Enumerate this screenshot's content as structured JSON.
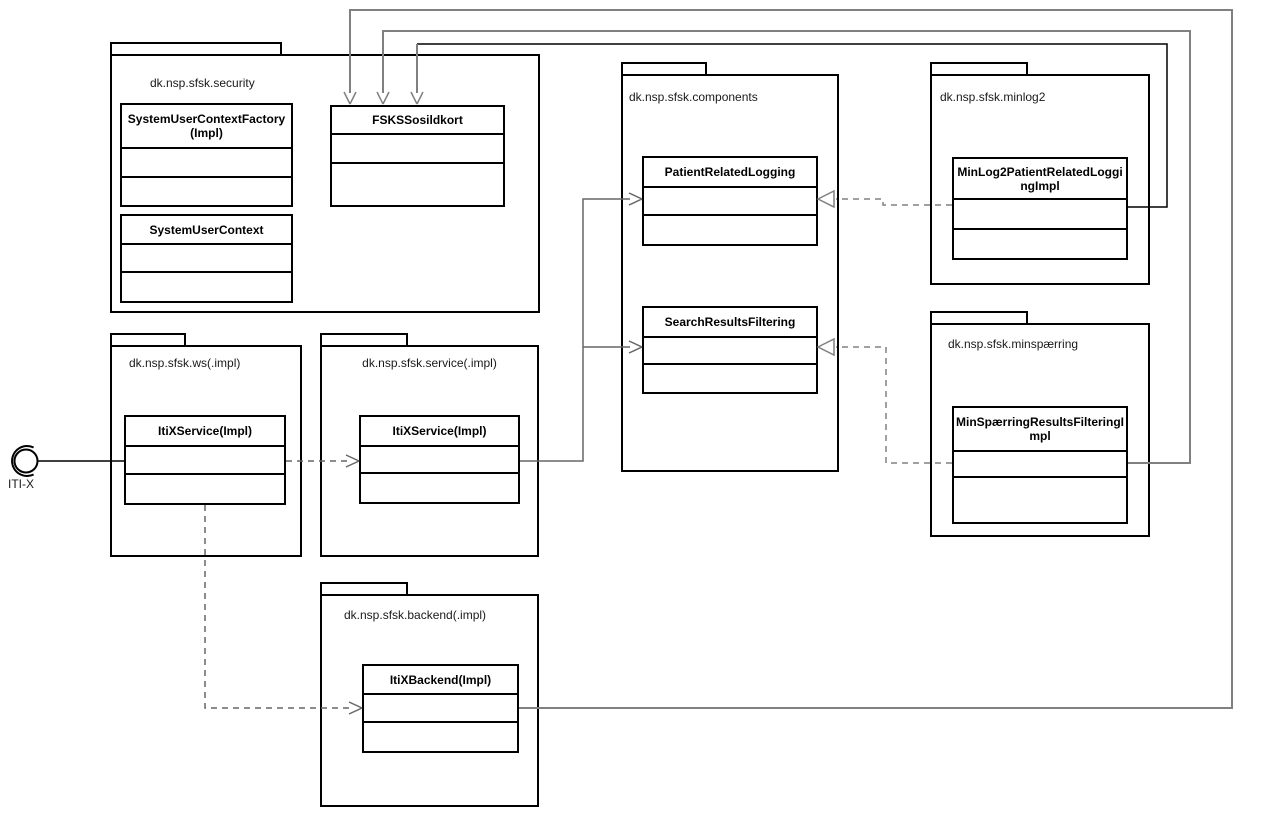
{
  "diagram": {
    "interface": {
      "label": "ITI-X"
    },
    "packages": [
      {
        "label": "dk.nsp.sfsk.security",
        "classes": [
          "SystemUserContextFactory (Impl)",
          "SystemUserContext",
          "FSKSSosildkort"
        ]
      },
      {
        "label": "dk.nsp.sfsk.components",
        "classes": [
          "PatientRelatedLogging",
          "SearchResultsFiltering"
        ]
      },
      {
        "label": "dk.nsp.sfsk.minlog2",
        "classes": [
          "MinLog2PatientRelatedLoggingImpl"
        ]
      },
      {
        "label": "dk.nsp.sfsk.minspærring",
        "classes": [
          "MinSpærringResultsFilteringImpl"
        ]
      },
      {
        "label": "dk.nsp.sfsk.ws(.impl)",
        "classes": [
          "ItiXService(Impl)"
        ]
      },
      {
        "label": "dk.nsp.sfsk.service(.impl)",
        "classes": [
          "ItiXService(Impl)"
        ]
      },
      {
        "label": "dk.nsp.sfsk.backend(.impl)",
        "classes": [
          "ItiXBackend(Impl)"
        ]
      }
    ],
    "colors": {
      "shape_border": "#000000",
      "connector_gray": "#808080",
      "connector_dark": "#666666",
      "background": "#ffffff"
    }
  }
}
